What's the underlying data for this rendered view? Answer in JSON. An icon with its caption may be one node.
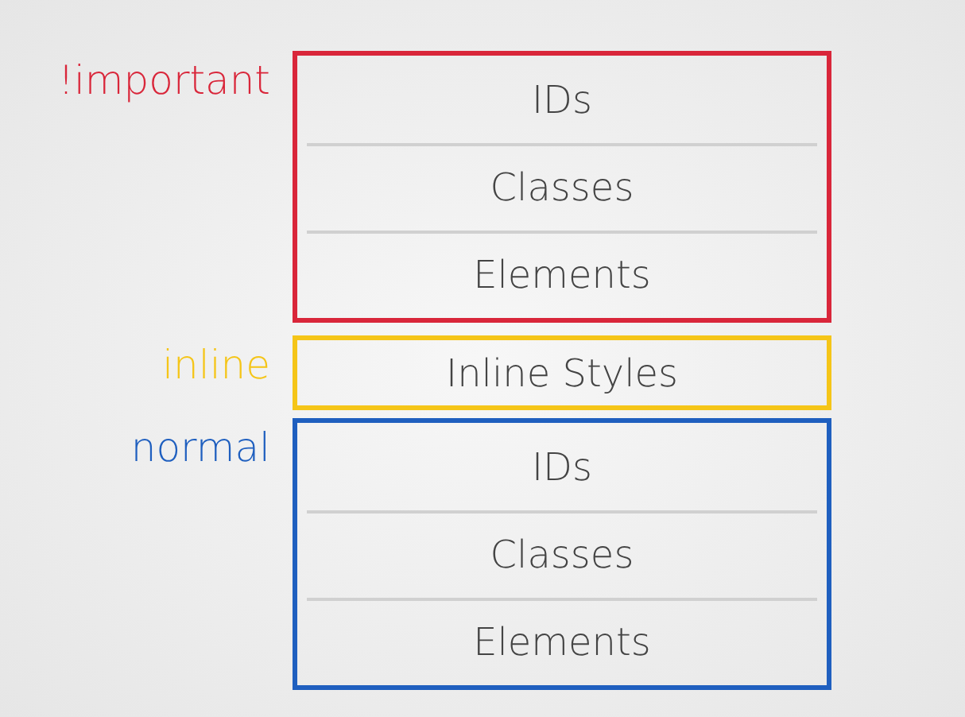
{
  "diagram": {
    "nodes": [
      {
        "text": [
          "!important"
        ]
      },
      {
        "text": [
          "IDs"
        ],
        "in": 0
      },
      {
        "text": [
          "Classes"
        ],
        "in": 0
      },
      {
        "text": [
          "Elements"
        ],
        "in": 0
      },
      {
        "text": [
          "inline",
          "Inline Styles"
        ]
      },
      {
        "text": [
          "normal"
        ]
      },
      {
        "text": [
          "IDs"
        ],
        "in": 5
      },
      {
        "text": [
          "Classes"
        ],
        "in": 5
      },
      {
        "text": [
          "Elements"
        ],
        "in": 5
      }
    ],
    "edges": []
  }
}
